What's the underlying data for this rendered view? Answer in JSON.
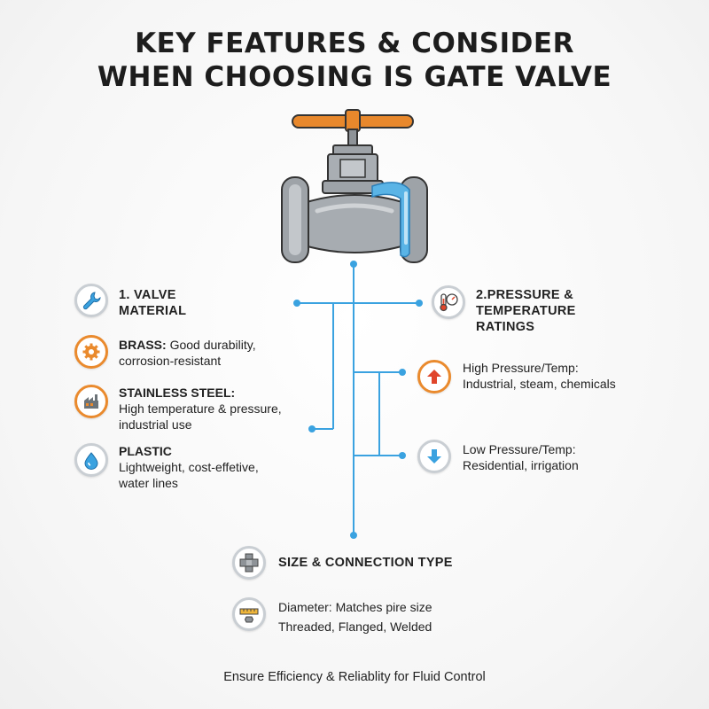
{
  "title": {
    "line1": "KEY FEATURES & CONSIDER",
    "line2": "WHEN CHOOSING IS GATE VALVE"
  },
  "colors": {
    "accent_blue": "#3aa2e0",
    "accent_orange": "#ea8a2d",
    "valve_gray": "#9ea3a8",
    "arrow_red": "#e0452b"
  },
  "material": {
    "icon": "wrench-icon",
    "heading_line1": "1. VALVE",
    "heading_line2": "MATERIAL",
    "items": [
      {
        "icon": "gear-icon",
        "label": "BRASS:",
        "line1": "Good durability,",
        "line2": "corrosion-resistant"
      },
      {
        "icon": "factory-icon",
        "label": "STAINLESS STEEL:",
        "line1": "High temperature & pressure,",
        "line2": "industrial use"
      },
      {
        "icon": "water-drop-icon",
        "label": "PLASTIC",
        "line1": "Lightweight, cost-effetive,",
        "line2": "water lines"
      }
    ]
  },
  "pressure": {
    "icon": "thermometer-gauge-icon",
    "heading_line1": "2.PRESSURE &",
    "heading_line2": "TEMPERATURE",
    "heading_line3": "RATINGS",
    "items": [
      {
        "icon": "arrow-up-icon",
        "line1": "High Pressure/Temp:",
        "line2": "Industrial, steam, chemicals"
      },
      {
        "icon": "arrow-down-icon",
        "line1": "Low Pressure/Temp:",
        "line2": "Residential, irrigation"
      }
    ]
  },
  "size": {
    "icon": "pipe-fitting-icon",
    "heading": "SIZE & CONNECTION TYPE",
    "detail_icon": "ruler-bolt-icon",
    "line1": "Diameter: Matches pire size",
    "line2": "Threaded, Flanged, Welded"
  },
  "footer": "Ensure Efficiency & Reliablity for Fluid Control"
}
